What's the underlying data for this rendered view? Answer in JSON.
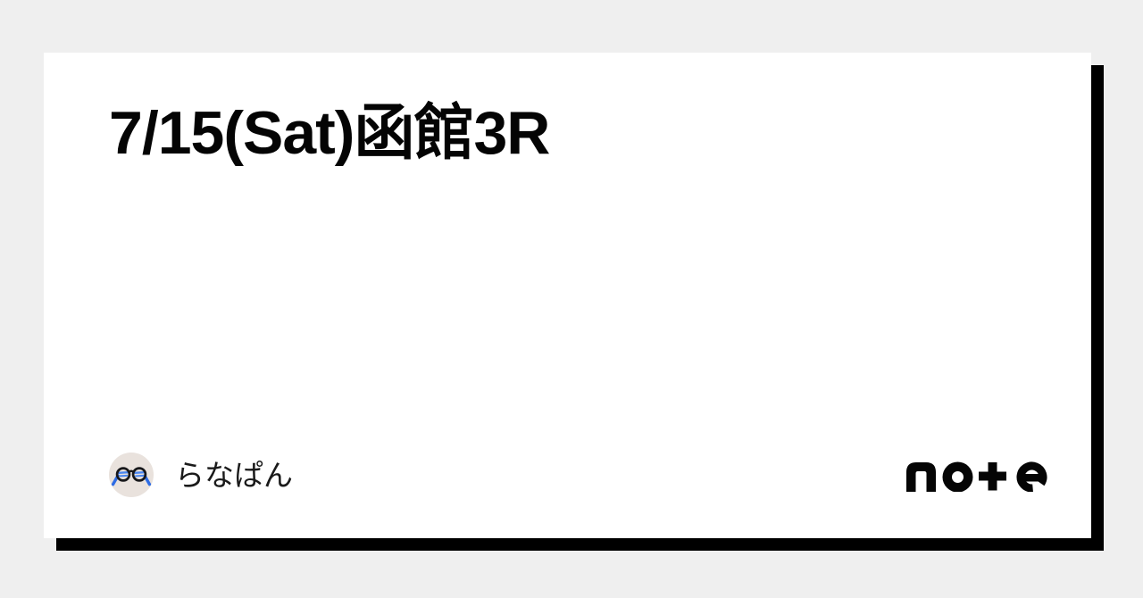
{
  "page": {
    "background_color": "#efefef"
  },
  "card": {
    "background_color": "#ffffff",
    "shadow_color": "#000000",
    "title": "7/15(Sat)函館3R",
    "title_color": "#040404"
  },
  "author": {
    "name": "らなぱん",
    "name_color": "#1a1a1a",
    "avatar_icon": "glasses-emoji",
    "avatar_background": "#e9e2dd",
    "glasses_frame_color": "#17171a",
    "glasses_temple_color": "#2e6ce4",
    "glasses_shine_color": "#4a86f0"
  },
  "brand": {
    "name": "note",
    "logo_text": "no+e",
    "logo_color": "#050505"
  }
}
